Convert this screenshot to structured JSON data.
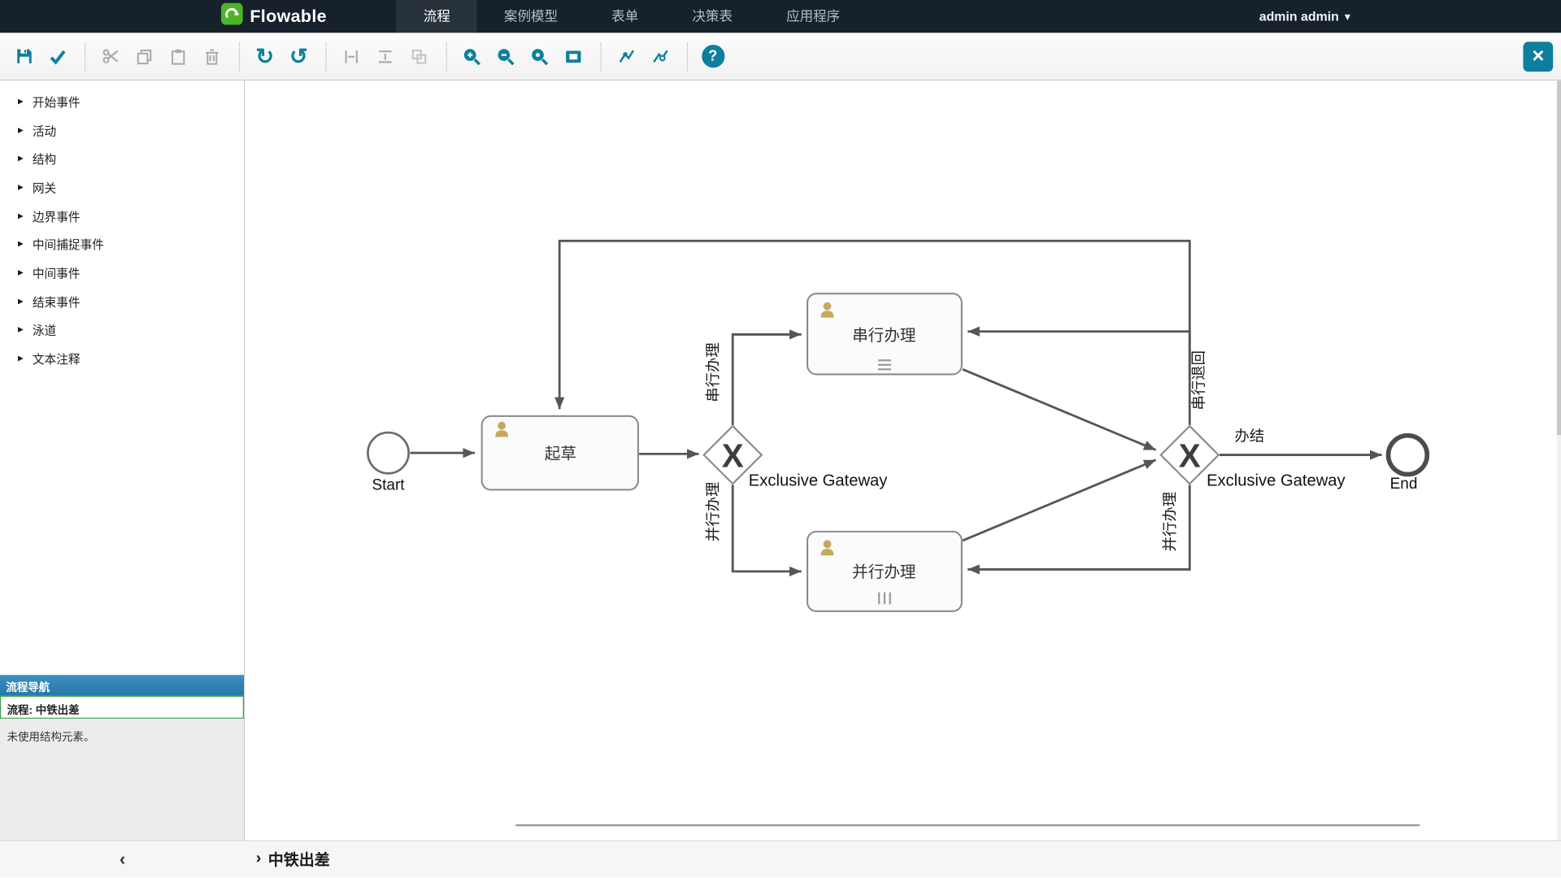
{
  "header": {
    "brand": "Flowable",
    "nav": [
      "流程",
      "案例模型",
      "表单",
      "决策表",
      "应用程序"
    ],
    "active_nav": "流程",
    "user": "admin admin"
  },
  "toolbar": {
    "buttons": [
      {
        "name": "save",
        "icon": "floppy-icon",
        "enabled": true
      },
      {
        "name": "validate",
        "icon": "check-icon",
        "enabled": true
      },
      {
        "name": "cut",
        "icon": "scissors-icon",
        "enabled": false
      },
      {
        "name": "copy",
        "icon": "copy-icon",
        "enabled": false
      },
      {
        "name": "paste",
        "icon": "clipboard-icon",
        "enabled": false
      },
      {
        "name": "delete",
        "icon": "trash-icon",
        "enabled": false
      },
      {
        "name": "redo",
        "icon": "arrow-clockwise-icon",
        "enabled": true
      },
      {
        "name": "undo",
        "icon": "arrow-counterclockwise-icon",
        "enabled": true
      },
      {
        "name": "align-vertical",
        "icon": "align-vertical-icon",
        "enabled": false
      },
      {
        "name": "align-horizontal",
        "icon": "align-horizontal-icon",
        "enabled": false
      },
      {
        "name": "same-size",
        "icon": "same-size-icon",
        "enabled": false
      },
      {
        "name": "zoom-in",
        "icon": "magnifier-plus-icon",
        "enabled": true
      },
      {
        "name": "zoom-out",
        "icon": "magnifier-minus-icon",
        "enabled": true
      },
      {
        "name": "zoom-actual",
        "icon": "magnifier-icon",
        "enabled": true
      },
      {
        "name": "zoom-fit",
        "icon": "fit-screen-icon",
        "enabled": true
      },
      {
        "name": "add-bendpoint",
        "icon": "connector-add-icon",
        "enabled": true
      },
      {
        "name": "remove-bendpoint",
        "icon": "connector-remove-icon",
        "enabled": true
      },
      {
        "name": "help",
        "icon": "question-circle-icon",
        "enabled": true
      },
      {
        "name": "close",
        "icon": "close-icon",
        "enabled": true
      }
    ]
  },
  "glyphs": {
    "palette_arrow": "▸",
    "chevron_right": "›",
    "chevron_left": "‹",
    "caret_down": "▾",
    "help": "?",
    "close": "×",
    "redo": "↻",
    "undo": "↺"
  },
  "palette": {
    "items": [
      "开始事件",
      "活动",
      "结构",
      "网关",
      "边界事件",
      "中间捕捉事件",
      "中间事件",
      "结束事件",
      "泳道",
      "文本注释"
    ]
  },
  "navigator": {
    "title": "流程导航",
    "process": "流程: 中铁出差",
    "note": "未使用结构元素。"
  },
  "footer": {
    "breadcrumb": "中铁出差"
  },
  "diagram": {
    "start_label": "Start",
    "end_label": "End",
    "gateway_marker": "X",
    "tasks": {
      "draft": "起草",
      "serial": "串行办理",
      "parallel": "并行办理"
    },
    "gateways": {
      "left": "Exclusive Gateway",
      "right": "Exclusive Gateway"
    },
    "edge_labels": {
      "to_serial": "串行办理",
      "to_parallel": "并行办理",
      "serial_return": "串行退回",
      "parallel_return": "并行办理",
      "finish": "办结"
    }
  },
  "colors": {
    "navbar": "#16212b",
    "accent_teal": "#0d7f9c",
    "brand_green": "#4db32b",
    "navigator_blue": "#2676a8",
    "selection_green": "#3fa34d",
    "edge_gray": "#565656",
    "user_icon_tan": "#c6a85e"
  }
}
